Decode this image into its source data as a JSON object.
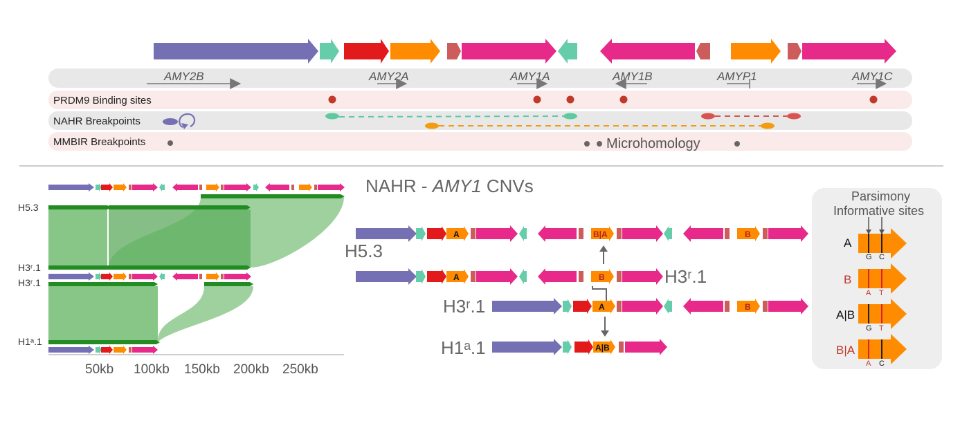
{
  "colors": {
    "amy2b": "#7570b3",
    "teal": "#66cdaa",
    "red": "#e31a1c",
    "orange": "#ff8c00",
    "rose": "#cd5c5c",
    "magenta": "#e7298a",
    "green": "#228b22",
    "green_fill": "#5fb35f",
    "track_gray": "#e8e8e8",
    "track_pink": "#fbeaea",
    "dot_red": "#c0392b",
    "dot_teal": "#5fc9a0",
    "dot_orange": "#f39c12",
    "dot_rose": "#d9534f",
    "dot_gray": "#666666"
  },
  "top_panel": {
    "gene_labels": [
      "AMY2B",
      "AMY2A",
      "AMY1A",
      "AMY1B",
      "AMYP1",
      "AMY1C"
    ],
    "tracks": [
      "PRDM9 Binding sites",
      "NAHR Breakpoints",
      "MMBIR Breakpoints"
    ],
    "annotation": "Microhomology"
  },
  "bottom_left": {
    "haplotypes": [
      "H5.3",
      "H3ʳ.1",
      "H3ʳ.1",
      "H1ᵃ.1"
    ],
    "axis_ticks": [
      "50kb",
      "100kb",
      "150kb",
      "200kb",
      "250kb"
    ]
  },
  "bottom_mid": {
    "title_prefix": "NAHR - ",
    "title_gene": "AMY1",
    "title_suffix": " CNVs",
    "labels": [
      "H5.3",
      "H3ʳ.1",
      "H3ʳ.1",
      "H1ᵃ.1"
    ],
    "allele_a": "A",
    "allele_b": "B",
    "allele_ba": "B|A",
    "allele_ab": "A|B"
  },
  "side_panel": {
    "title_line1": "Parsimony",
    "title_line2": "Informative sites",
    "rows": [
      {
        "label": "A",
        "nuc1": "G",
        "nuc2": "C"
      },
      {
        "label": "B",
        "nuc1": "A",
        "nuc2": "T"
      },
      {
        "label": "A|B",
        "nuc1": "G",
        "nuc2": "T"
      },
      {
        "label": "B|A",
        "nuc1": "A",
        "nuc2": "C"
      }
    ]
  }
}
